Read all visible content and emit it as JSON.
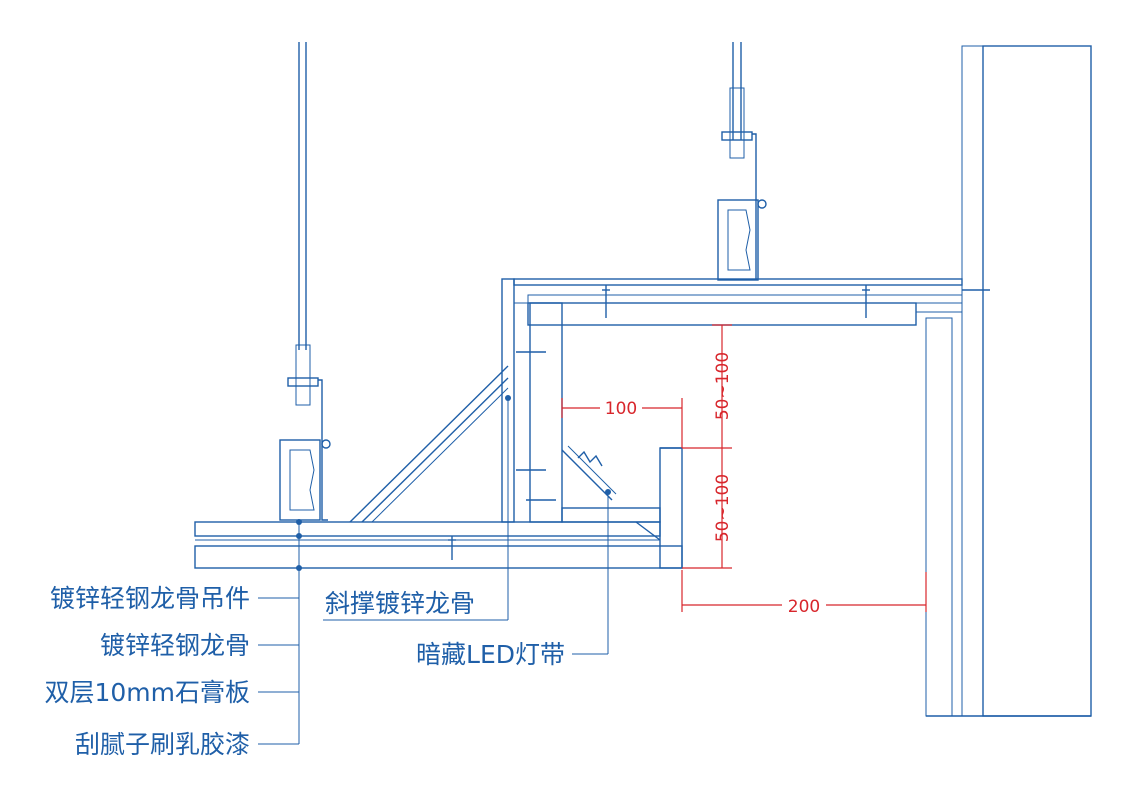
{
  "colors": {
    "linework": "#1f5fa8",
    "dimension": "#d8262c",
    "background": "#ffffff"
  },
  "labels": {
    "hanger": "镀锌轻钢龙骨吊件",
    "keel": "镀锌轻钢龙骨",
    "gypsum": "双层10mm石膏板",
    "paint": "刮腻子刷乳胶漆",
    "brace": "斜撑镀锌龙骨",
    "led": "暗藏LED灯带"
  },
  "dimensions": {
    "width_inner": "100",
    "drop_upper": "50~100",
    "drop_lower": "50~100",
    "offset_wall": "200"
  }
}
